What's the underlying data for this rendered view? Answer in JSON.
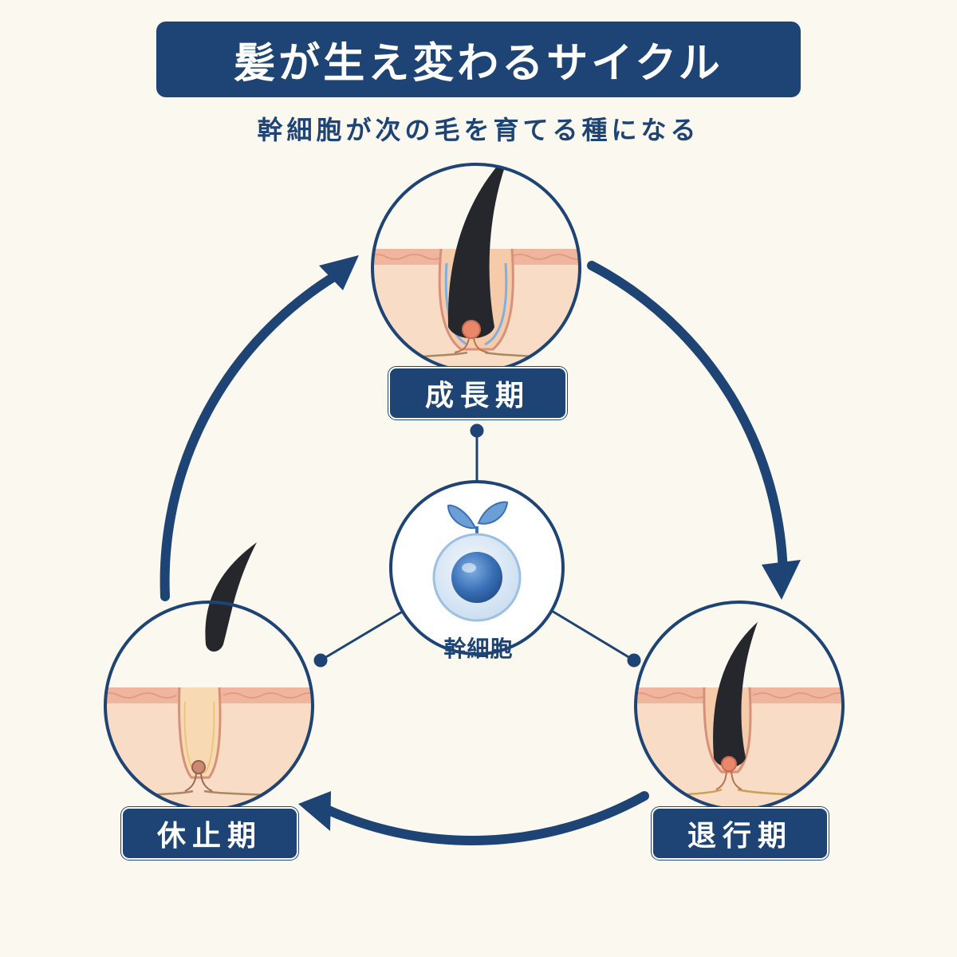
{
  "title": "髪が生え変わるサイクル",
  "subtitle": "幹細胞が次の毛を育てる種になる",
  "stages": [
    {
      "id": "anagen",
      "label": "成長期"
    },
    {
      "id": "catagen",
      "label": "退行期"
    },
    {
      "id": "telogen",
      "label": "休止期"
    }
  ],
  "center": {
    "label": "幹細胞"
  },
  "colors": {
    "navy": "#1d4474",
    "background": "#fbf8f0",
    "skin": "#f9dcc6",
    "epidermis": "#efae95",
    "hair": "#25272c",
    "papilla": "#e9876a",
    "stem_cell": "#3a70b6",
    "stem_cell_light": "#d9e7f4"
  },
  "icons": [
    "sprout-icon",
    "stem-cell-icon",
    "cycle-arrow-icon"
  ]
}
